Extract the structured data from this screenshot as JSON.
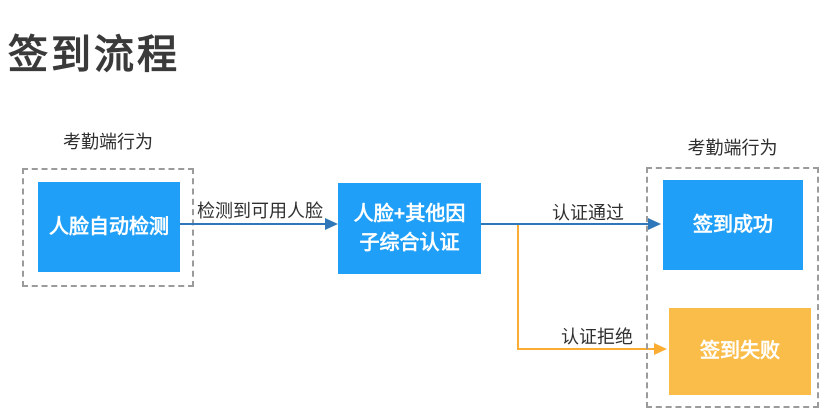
{
  "title": "签到流程",
  "groups": [
    {
      "side": "left",
      "label": "考勤端行为"
    },
    {
      "side": "right",
      "label": "考勤端行为"
    }
  ],
  "nodes": [
    {
      "id": "face-auto-detect",
      "label": "人脸自动检测",
      "shape": "rect",
      "fill": "#1f9ff7",
      "text_color": "#ffffff",
      "group": "left"
    },
    {
      "id": "face-multi-factor-auth",
      "label": "人脸+其他因子综合认证",
      "shape": "rect",
      "fill": "#1f9ff7",
      "text_color": "#ffffff",
      "group": ""
    },
    {
      "id": "checkin-success",
      "label": "签到成功",
      "shape": "rect",
      "fill": "#1f9ff7",
      "text_color": "#ffffff",
      "group": "right"
    },
    {
      "id": "checkin-fail",
      "label": "签到失败",
      "shape": "rect",
      "fill": "#fbbd4a",
      "text_color": "#ffffff",
      "group": "right"
    }
  ],
  "edges": [
    {
      "from": "face-auto-detect",
      "to": "face-multi-factor-auth",
      "label": "检测到可用人脸",
      "color": "#2e77b8"
    },
    {
      "from": "face-multi-factor-auth",
      "to": "checkin-success",
      "label": "认证通过",
      "color": "#2e77b8"
    },
    {
      "from": "face-multi-factor-auth",
      "to": "checkin-fail",
      "label": "认证拒绝",
      "color": "#fbad33"
    }
  ],
  "colors": {
    "background": "#ffffff",
    "node_blue": "#1f9ff7",
    "node_orange": "#fbbd4a",
    "edge_blue": "#2e77b8",
    "edge_orange": "#fbad33",
    "boundary_dash": "#9b9b9b",
    "label_text": "#2f2f2f",
    "title_text": "#3a3a3a"
  }
}
